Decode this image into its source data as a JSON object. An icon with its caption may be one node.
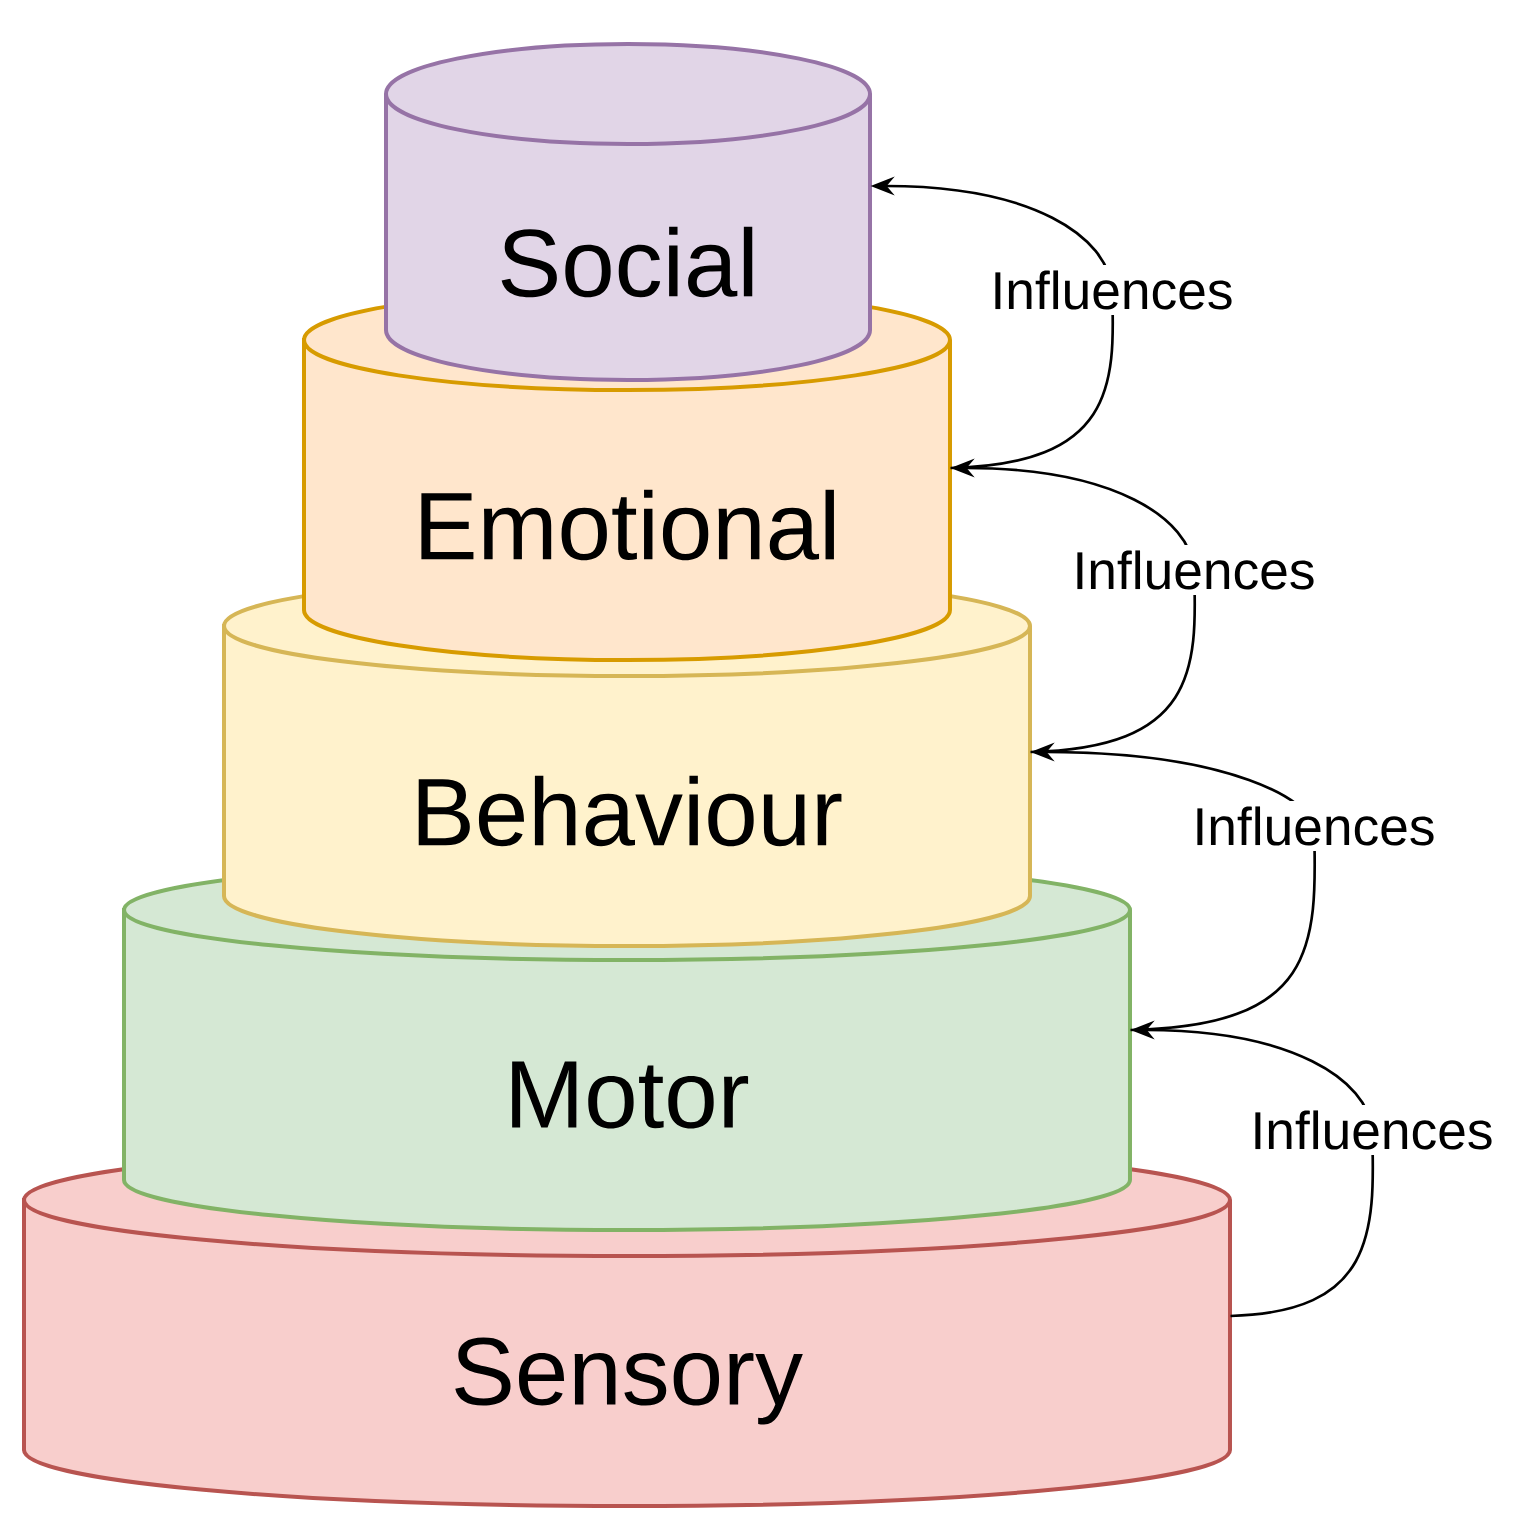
{
  "diagram": {
    "nodes": [
      {
        "text": [
          "Social"
        ]
      },
      {
        "text": [
          "Emotional"
        ]
      },
      {
        "text": [
          "Behaviour"
        ]
      },
      {
        "text": [
          "Motor"
        ]
      },
      {
        "text": [
          "Sensory"
        ]
      }
    ],
    "edges": [
      {
        "from": 4,
        "to": 3,
        "arrow": "to",
        "label": "Influences"
      },
      {
        "from": 3,
        "to": 2,
        "arrow": "to",
        "label": "Influences"
      },
      {
        "from": 2,
        "to": 1,
        "arrow": "to",
        "label": "Influences"
      },
      {
        "from": 1,
        "to": 0,
        "arrow": "to",
        "label": "Influences"
      }
    ]
  }
}
